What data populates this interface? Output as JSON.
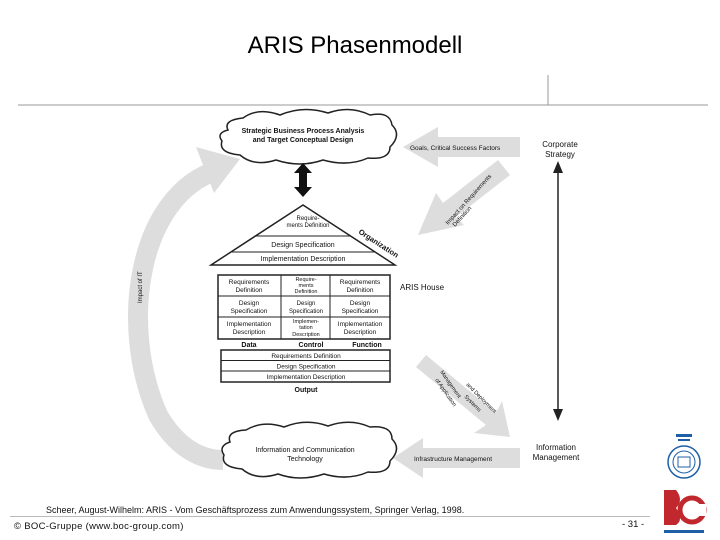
{
  "slide": {
    "title": "ARIS Phasenmodell",
    "citation": "Scheer, August-Wilhelm: ARIS - Vom Geschäftsprozess zum Anwendungssystem, Springer Verlag, 1998.",
    "copyright": "© BOC-Gruppe (www.boc-group.com)",
    "page_number": "- 31 -"
  },
  "diagram": {
    "top_cloud": [
      "Strategic Business Process Analysis",
      "and Target Conceptual Design"
    ],
    "bottom_cloud": [
      "Information and Communication",
      "Technology"
    ],
    "goals_arrow": "Goals, Critical Success Factors",
    "impact_requirements": [
      "Impact on Requirements",
      "Definition"
    ],
    "management_deployment": [
      "Management",
      "of Application",
      "and Deployment",
      "Systems"
    ],
    "infrastructure": "Infrastructure Management",
    "impact_it": "Impact of IT",
    "corporate_strategy": [
      "Corporate",
      "Strategy"
    ],
    "information_management": [
      "Information",
      "Management"
    ],
    "aris_house": "ARIS House",
    "organization": "Organization",
    "roof": {
      "requirements": [
        "Require-",
        "ments Definition"
      ],
      "design": "Design Specification",
      "implementation": "Implementation Description"
    },
    "left_col": {
      "req": [
        "Requirements",
        "Definition"
      ],
      "design": [
        "Design",
        "Specification"
      ],
      "impl": [
        "Implementation",
        "Description"
      ]
    },
    "mid_col": {
      "req": [
        "Require-",
        "ments",
        "Definition"
      ],
      "design": [
        "Design",
        "Specification"
      ],
      "impl": [
        "Implemen-",
        "tation",
        "Description"
      ]
    },
    "right_col": {
      "req": [
        "Requirements",
        "Definition"
      ],
      "design": [
        "Design",
        "Specification"
      ],
      "impl": [
        "Implementation",
        "Description"
      ]
    },
    "views": {
      "data": "Data",
      "control": "Control",
      "function": "Function",
      "output": "Output"
    },
    "output_rows": [
      "Requirements Definition",
      "Design Specification",
      "Implementation Description"
    ]
  }
}
